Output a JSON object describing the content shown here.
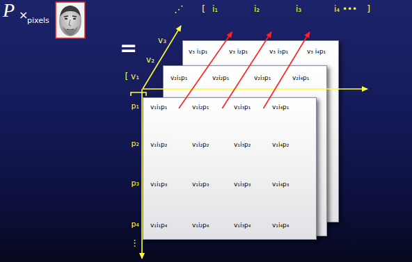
{
  "diagram": {
    "nodes": [
      {
        "text": [
          "v₃ i₁p₁",
          "v₃ i₂p₁",
          "v₃ i₃p₁",
          "v₃ i₄p₁"
        ]
      },
      {
        "text": [
          "v₂i₁p₁",
          "v₂i₂p₁",
          "v₂i₃p₁",
          "v₂i₄p₁"
        ]
      },
      {
        "text": [
          "v₁i₁p₁",
          "v₁i₂p₁",
          "v₁i₃p₁",
          "v₁i₄p₁",
          "v₁i₁p₂",
          "v₁i₂p₂",
          "v₁i₃p₂",
          "v₁i₄p₂",
          "v₁i₁p₃",
          "v₁i₂p₃",
          "v₁i₃p₃",
          "v₁i₄p₃",
          "v₁i₁p₄",
          "v₁i₂p₄",
          "v₁i₃p₄",
          "v₁i₄p₄"
        ]
      }
    ],
    "labels": [
      "P",
      "×",
      "pixels",
      "=",
      "[ v₁",
      "v₂",
      "v₃",
      "⋰",
      "[",
      "i₁",
      "i₂",
      "i₃",
      "i₄ •••",
      "]",
      "p₁",
      "p₂",
      "p₃",
      "p₄",
      "⋮"
    ]
  }
}
